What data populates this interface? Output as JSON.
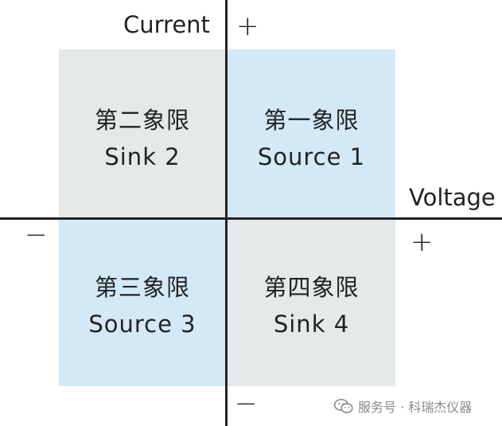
{
  "colors": {
    "source_quadrant": "#d4e9f7",
    "sink_quadrant": "#e4e9e9",
    "axis": "#222222",
    "text": "#222222",
    "watermark": "#8a8a8a"
  },
  "axes": {
    "vertical_label": "Current",
    "horizontal_label": "Voltage",
    "vertical_positive": "+",
    "vertical_negative": "−",
    "horizontal_positive": "+",
    "horizontal_negative": "−"
  },
  "quadrants": [
    {
      "cn": "第一象限",
      "en": "Source 1",
      "role": "source"
    },
    {
      "cn": "第二象限",
      "en": "Sink 2",
      "role": "sink"
    },
    {
      "cn": "第三象限",
      "en": "Source 3",
      "role": "source"
    },
    {
      "cn": "第四象限",
      "en": "Sink 4",
      "role": "sink"
    }
  ],
  "watermark": {
    "icon": "wechat-icon",
    "text": "服务号 · 科瑞杰仪器"
  }
}
